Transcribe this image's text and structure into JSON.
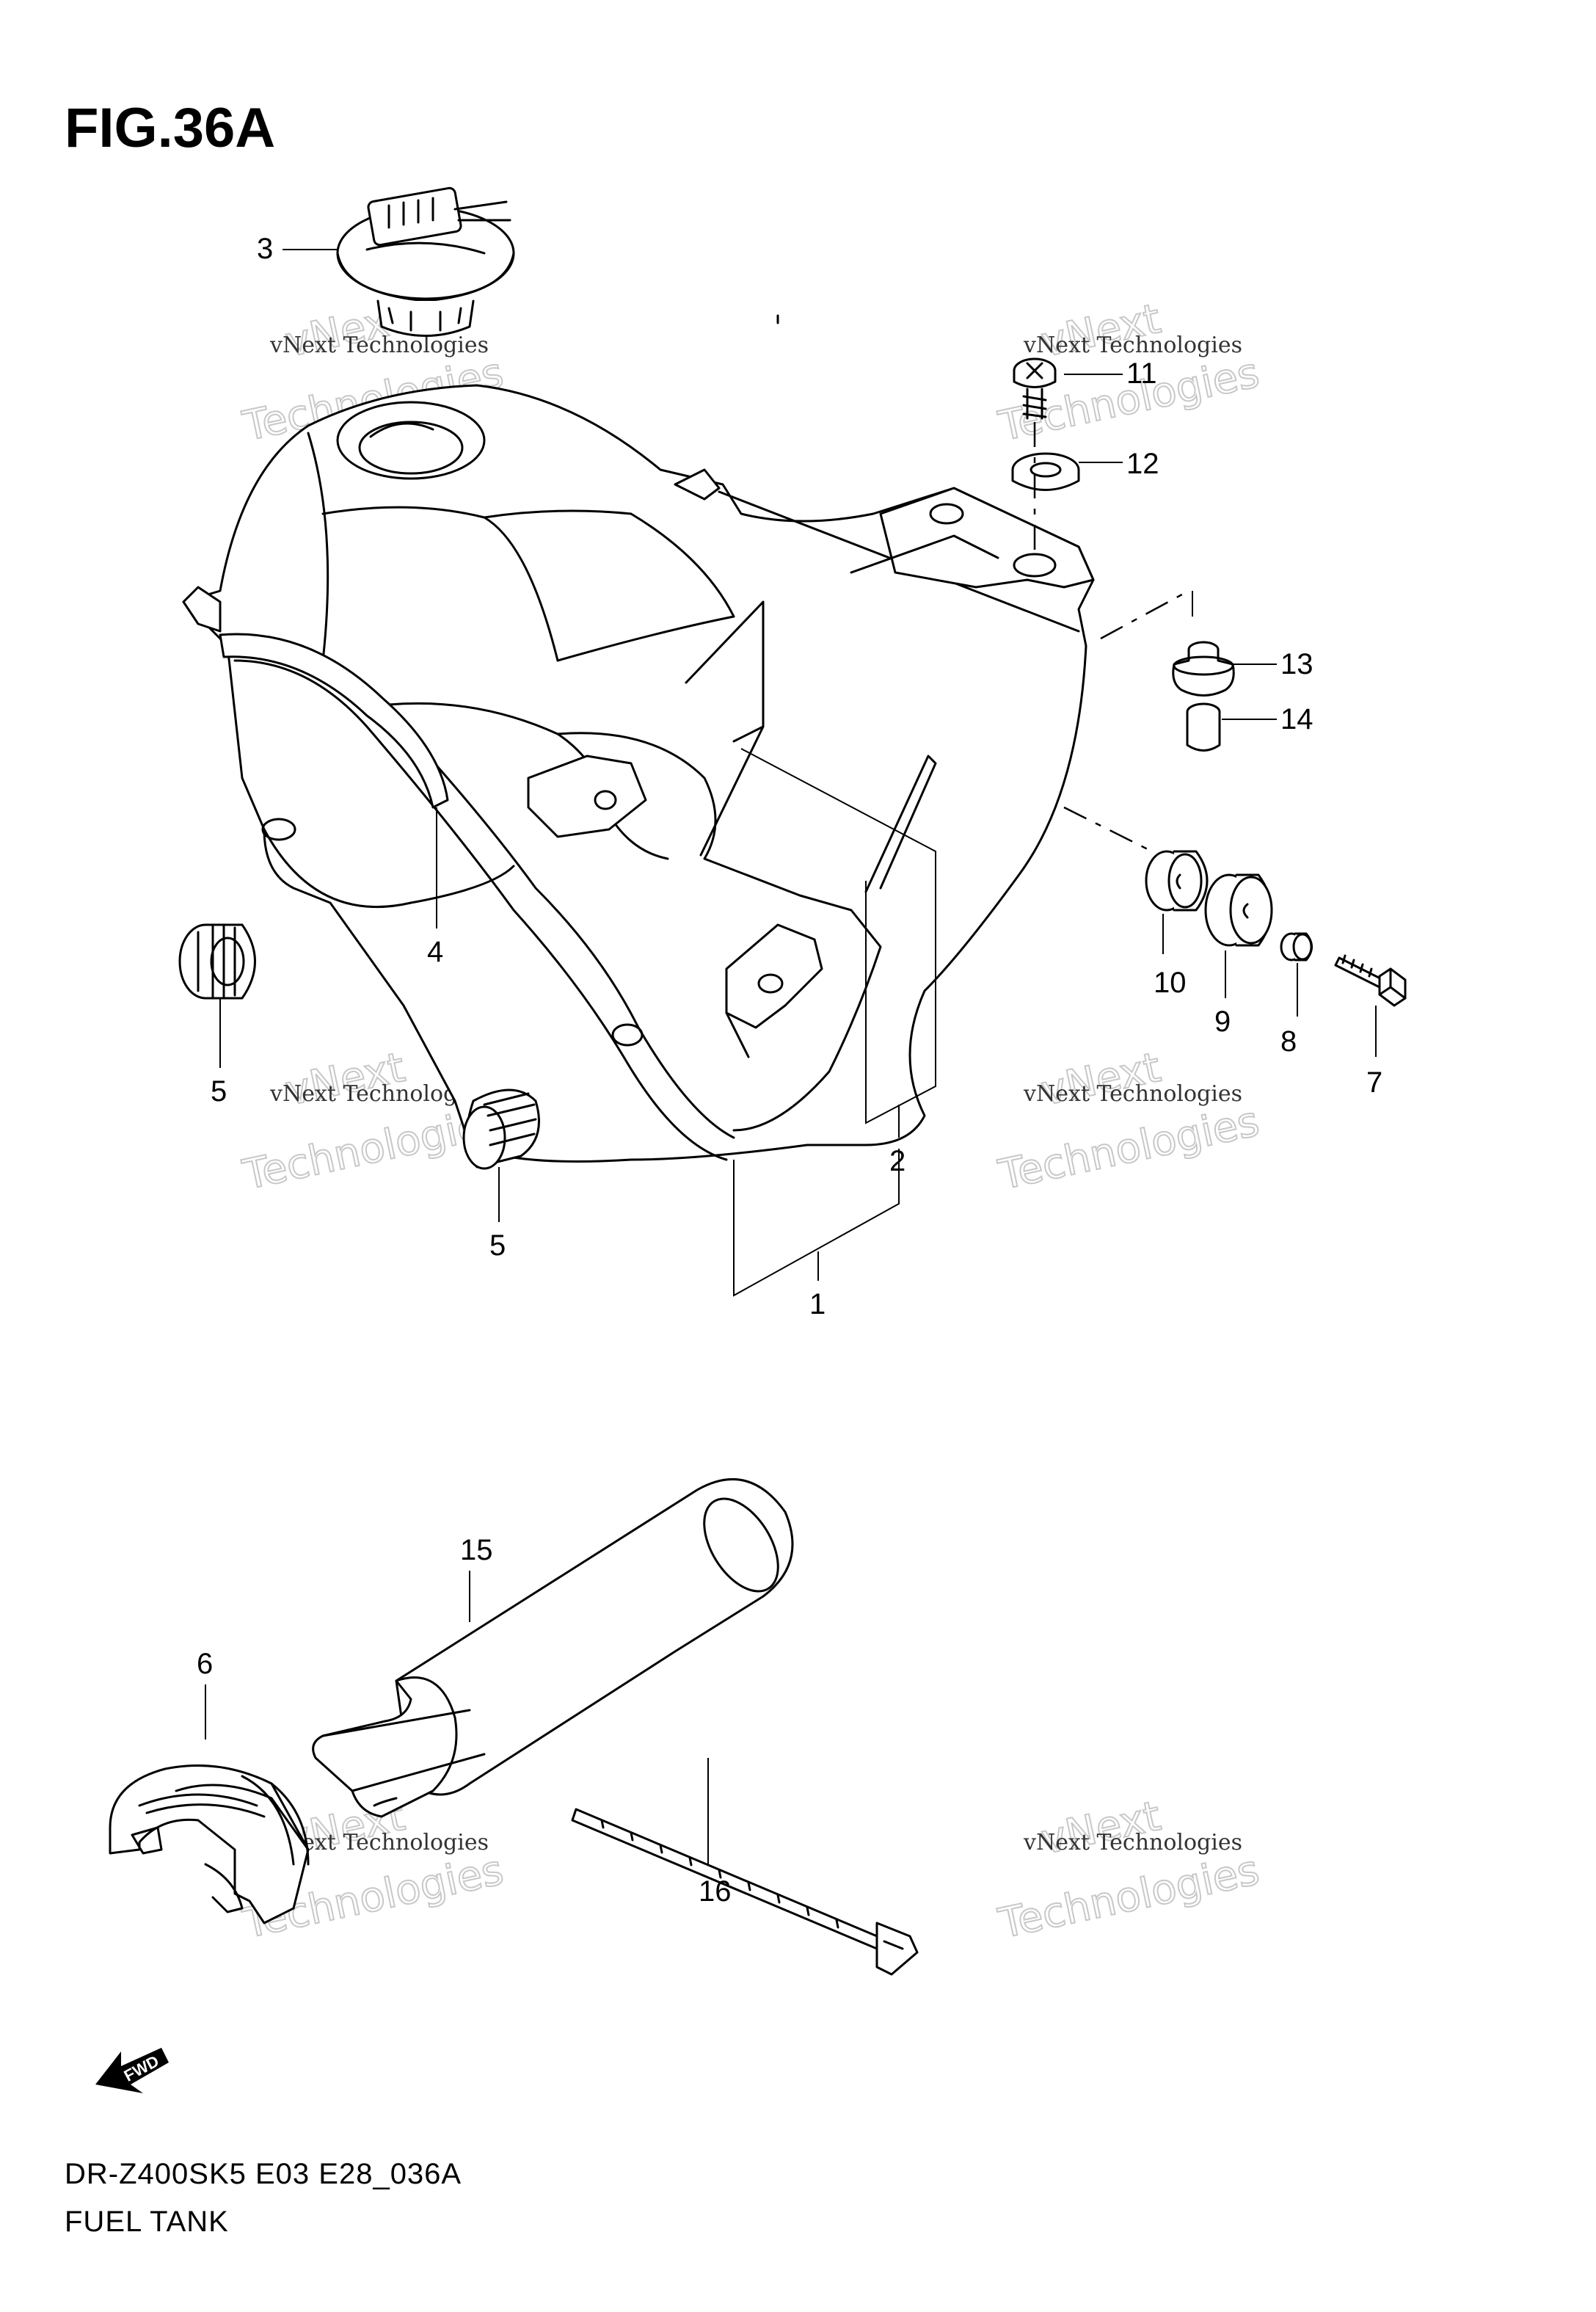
{
  "figure": {
    "title": "FIG.36A",
    "model_code": "DR-Z400SK5 E03 E28_036A",
    "caption": "FUEL TANK"
  },
  "callouts": [
    "1",
    "2",
    "3",
    "4",
    "5",
    "5",
    "6",
    "7",
    "8",
    "9",
    "10",
    "11",
    "12",
    "13",
    "14",
    "15",
    "16"
  ],
  "fwd_label": "FWD",
  "watermark": {
    "small": "vNext Technologies",
    "big_line1": "vNext",
    "big_line2": "Technologies"
  }
}
